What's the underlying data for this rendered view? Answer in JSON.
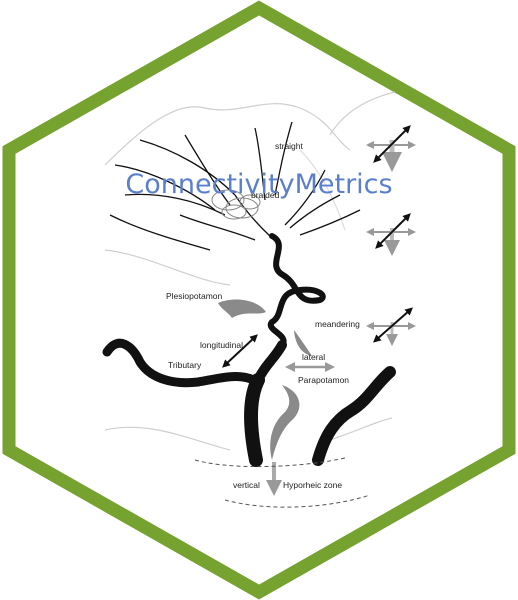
{
  "sticker": {
    "title": "ConnectivityMetrics",
    "border_color": "#76a22f",
    "title_color": "#5b7fcf"
  },
  "diagram": {
    "labels": {
      "straight": "straight",
      "braided": "braided",
      "plesiopotamon": "Plesiopotamon",
      "meandering": "meandering",
      "longitudinal": "longitudinal",
      "lateral": "lateral",
      "tributary": "Tributary",
      "parapotamon": "Parapotamon",
      "vertical": "vertical",
      "hyporheic_zone": "Hyporheic zone"
    }
  }
}
